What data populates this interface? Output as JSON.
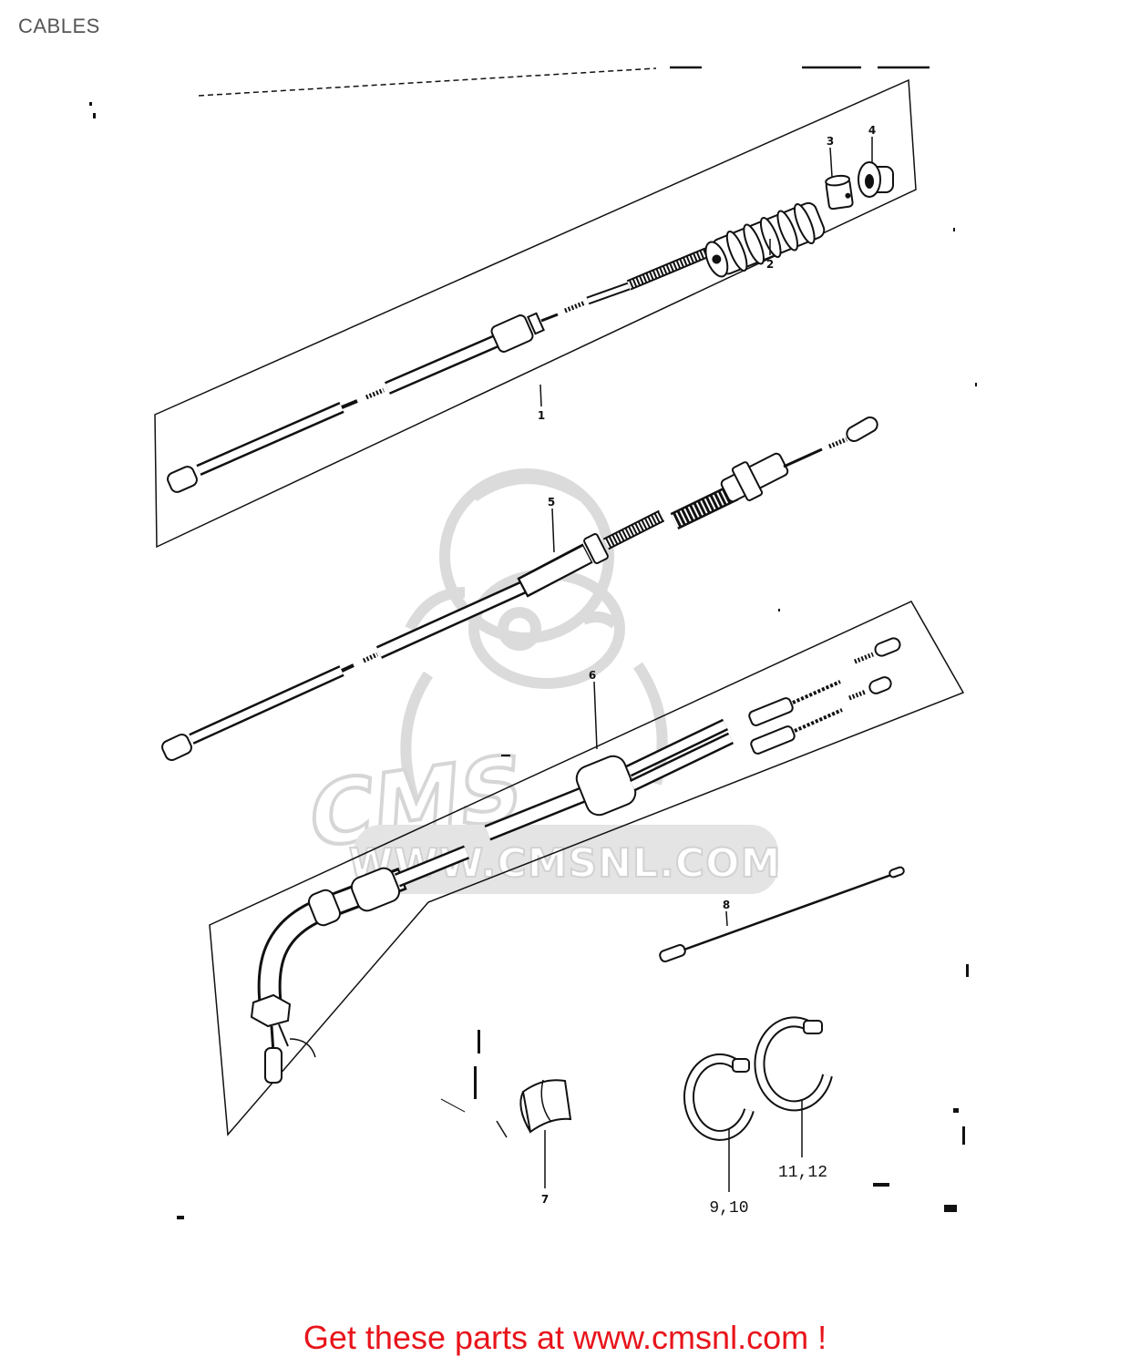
{
  "page": {
    "title": "CABLES"
  },
  "diagram": {
    "part_labels": {
      "p1": "1",
      "p2": "2",
      "p3": "3",
      "p4": "4",
      "p5": "5",
      "p6": "6",
      "p7": "7",
      "p8": "8",
      "p9_10": "9,10",
      "p11_12": "11,12"
    },
    "watermark": {
      "text": "WWW.CMSNL.COM",
      "logo": "CMS"
    }
  },
  "footer": {
    "cta": "Get these parts at www.cmsnl.com !"
  },
  "colors": {
    "footer_text": "#e8141b",
    "title_text": "#555555",
    "line_art": "#111111",
    "watermark": "#c9c9c9"
  }
}
